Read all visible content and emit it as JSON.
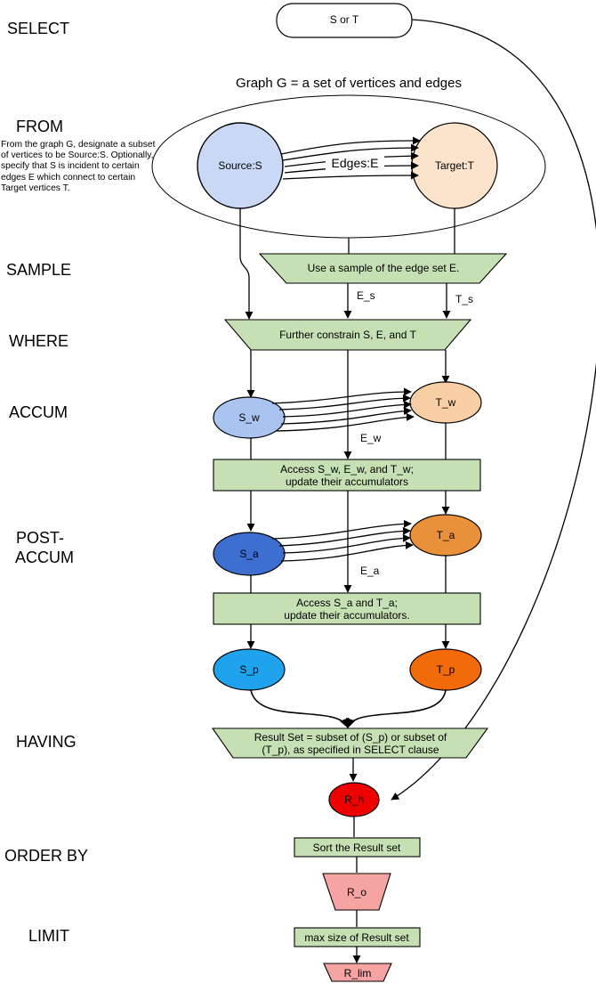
{
  "stages": {
    "select": "SELECT",
    "from": "FROM",
    "sample": "SAMPLE",
    "where": "WHERE",
    "accum": "ACCUM",
    "post_accum_1": "POST-",
    "post_accum_2": "ACCUM",
    "having": "HAVING",
    "order_by": "ORDER BY",
    "limit": "LIMIT"
  },
  "select_box": "S or T",
  "graph_title": "Graph G = a set of vertices and edges",
  "from_description": "From the graph G, designate a subset of vertices to be Source:S. Optionally, specify that S is incident to certain edges E which connect to certain Target vertices T.",
  "nodes": {
    "source": "Source:S",
    "target": "Target:T",
    "edges": "Edges:E",
    "s_w": "S_w",
    "t_w": "T_w",
    "s_a": "S_a",
    "t_a": "T_a",
    "s_p": "S_p",
    "t_p": "T_p",
    "r_h": "R_h",
    "r_o": "R_o",
    "r_lim": "R_lim"
  },
  "edge_labels": {
    "e_s": "E_s",
    "t_s": "T_s",
    "e_w": "E_w",
    "e_a": "E_a"
  },
  "boxes": {
    "sample": "Use a sample of the edge set E.",
    "where": "Further constrain S, E, and T",
    "accum_1": "Access S_w, E_w, and T_w;",
    "accum_2": "update their accumulators",
    "post_accum_1": "Access S_a and T_a;",
    "post_accum_2": "update their accumulators.",
    "having_1": "Result Set = subset of (S_p) or subset of",
    "having_2": "(T_p), as specified in SELECT clause",
    "order_by": "Sort the Result set",
    "limit": "max size of Result set"
  },
  "colors": {
    "source": "#c9d9f5",
    "target": "#fbe3cc",
    "s_w": "#a9c4f0",
    "t_w": "#f8cfa5",
    "s_a": "#3d6fd1",
    "t_a": "#e8913a",
    "s_p": "#1fa3ec",
    "t_p": "#f36a0a",
    "r_h": "#ee0000",
    "r_o": "#f6a3a3",
    "green_box": "#c6e0b4"
  }
}
